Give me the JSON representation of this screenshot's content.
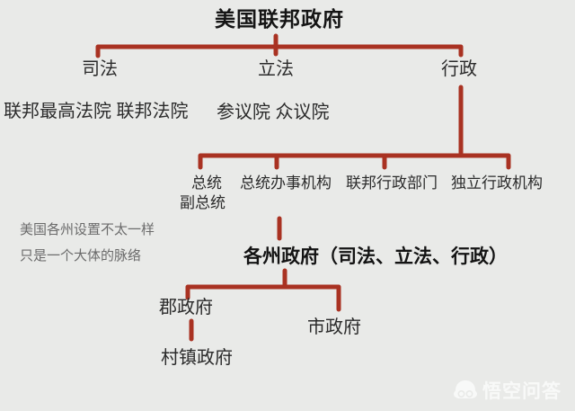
{
  "diagram": {
    "title": "美国联邦政府",
    "branches": [
      {
        "label": "司法",
        "children_text": "联邦最高法院 联邦法院"
      },
      {
        "label": "立法",
        "children_text": "参议院 众议院"
      },
      {
        "label": "行政",
        "children": [
          "总统",
          "总统办事机构",
          "联邦行政部门",
          "独立行政机构"
        ],
        "president_deputy": "副总统"
      }
    ],
    "state_government": "各州政府（司法、立法、行政）",
    "local_governments": {
      "county": "郡政府",
      "city": "市政府",
      "village": "村镇政府"
    },
    "annotation": [
      "美国各州设置不太一样",
      "只是一个大体的脉络"
    ]
  },
  "watermark": {
    "text": "悟空问答",
    "logo": "wukong-cloud-logo"
  },
  "colors": {
    "background": "#e9eae8",
    "connector_red": "#a93222",
    "text_dark": "#2b2b2b",
    "note_gray": "#6b6b6b",
    "watermark_white": "#ffffff"
  }
}
